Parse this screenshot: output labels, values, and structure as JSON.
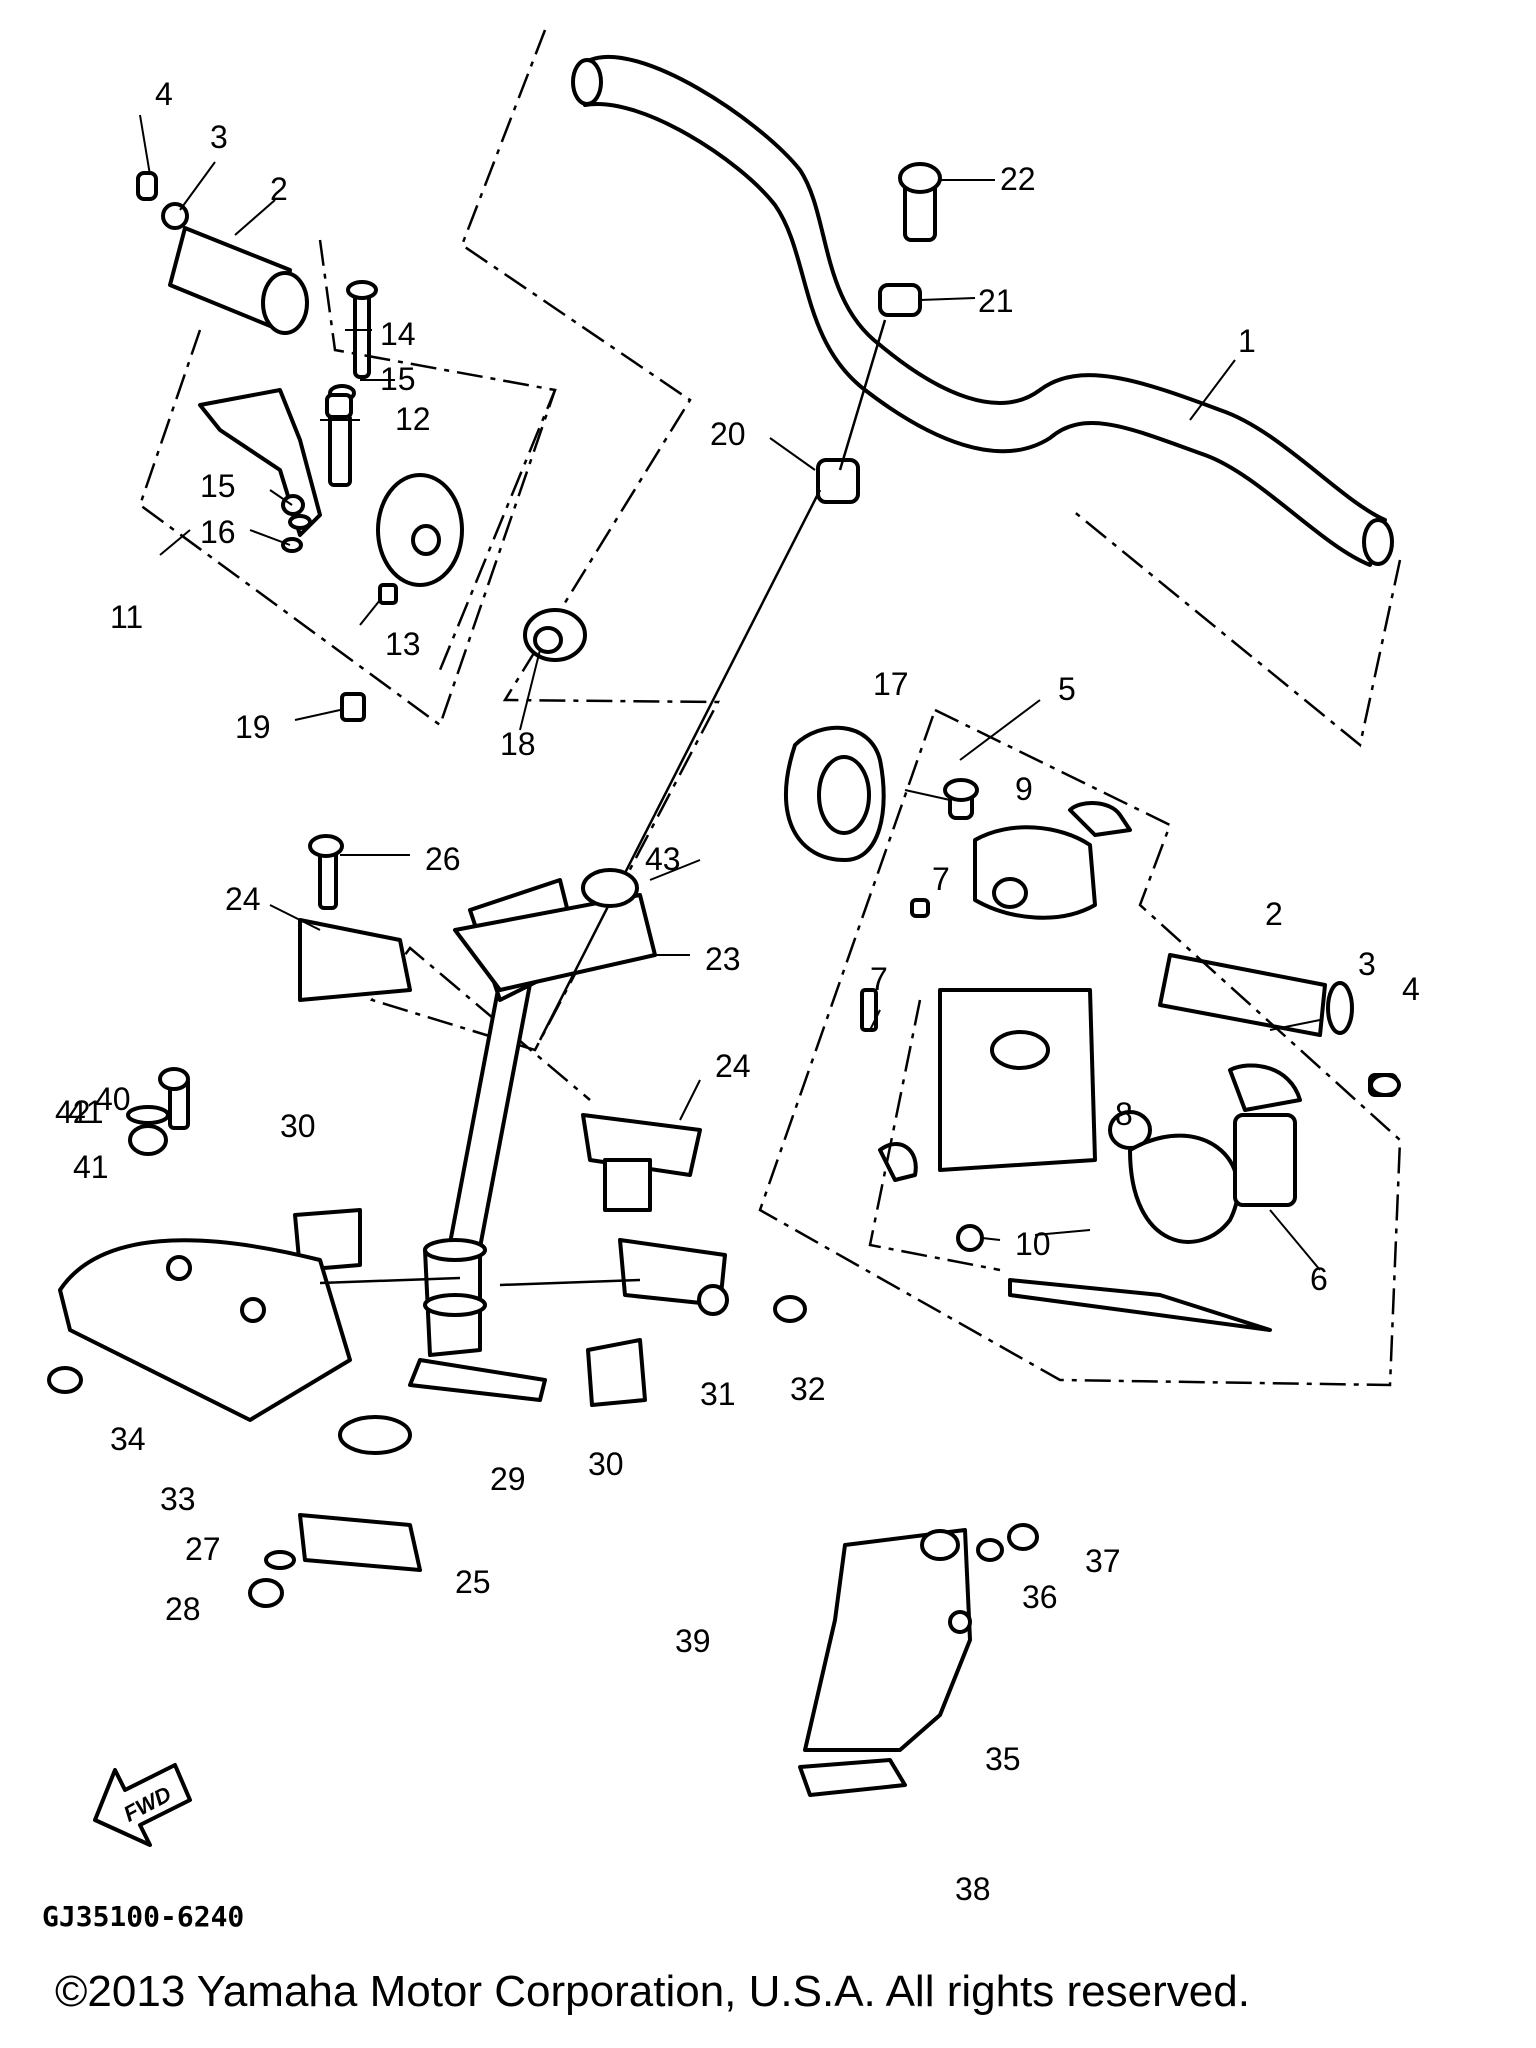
{
  "diagram": {
    "part_labels": [
      "1",
      "2",
      "3",
      "4",
      "5",
      "6",
      "7",
      "8",
      "9",
      "10",
      "11",
      "12",
      "13",
      "14",
      "15",
      "16",
      "17",
      "18",
      "19",
      "20",
      "21",
      "22",
      "23",
      "24",
      "25",
      "26",
      "27",
      "28",
      "29",
      "30",
      "31",
      "32",
      "33",
      "34",
      "35",
      "36",
      "37",
      "38",
      "39",
      "40",
      "41",
      "42",
      "43"
    ],
    "figure_code": "GJ35100-6240",
    "fwd_label": "FWD",
    "copyright": "©2013 Yamaha Motor Corporation, U.S.A. All rights reserved."
  }
}
